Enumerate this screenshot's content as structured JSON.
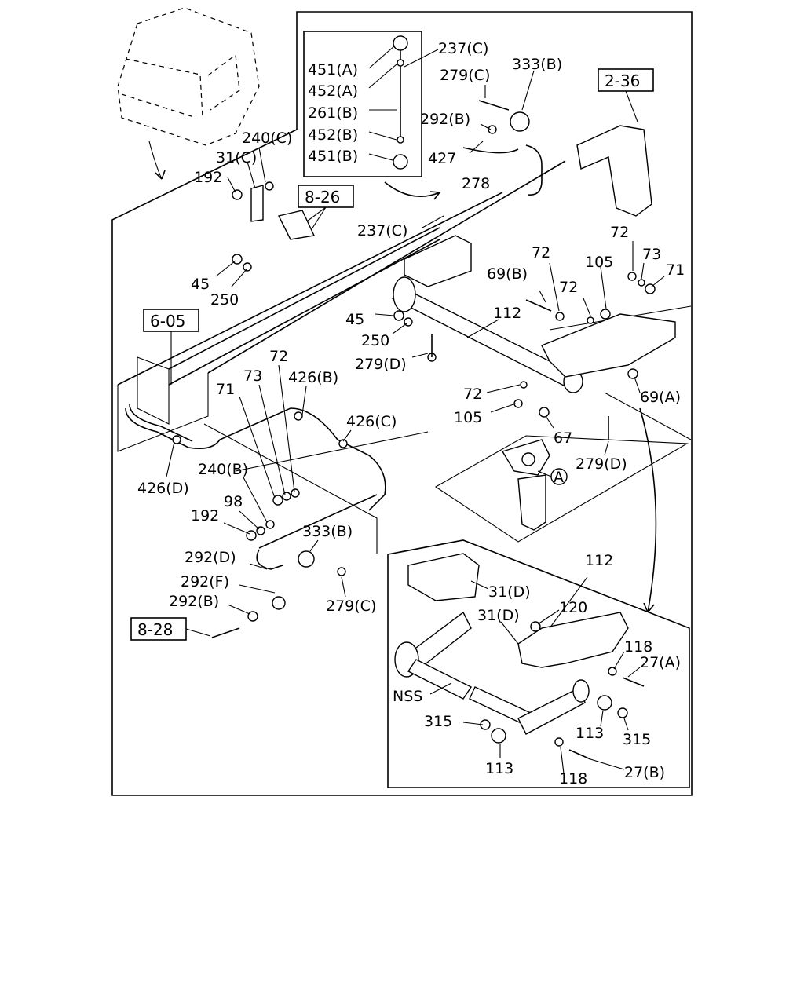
{
  "references": {
    "ref_2_36": "2-36",
    "ref_8_26": "8-26",
    "ref_6_05": "6-05",
    "ref_8_28": "8-28"
  },
  "inset_top": {
    "l451a": "451(A)",
    "l452a": "452(A)",
    "l261b": "261(B)",
    "l452b": "452(B)",
    "l451b": "451(B)"
  },
  "labels": {
    "l237c_top": "237(C)",
    "l279c_top": "279(C)",
    "l333b_top": "333(B)",
    "l292b_top": "292(B)",
    "l427": "427",
    "l278": "278",
    "l240c": "240(C)",
    "l31c": "31(C)",
    "l192_top": "192",
    "l237c_mid": "237(C)",
    "l45_left": "45",
    "l250_left": "250",
    "l72_r1": "72",
    "l73_r": "73",
    "l71_r": "71",
    "l69b": "69(B)",
    "l72_r2": "72",
    "l105_r": "105",
    "l72_r3": "72",
    "l112_main": "112",
    "l45_mid": "45",
    "l250_mid": "250",
    "l279d_mid": "279(D)",
    "l72_left": "72",
    "l73_left": "73",
    "l426b": "426(B)",
    "l71_left": "71",
    "l72_mid": "72",
    "l105_mid": "105",
    "l69a": "69(A)",
    "l426c": "426(C)",
    "l67": "67",
    "l240b": "240(B)",
    "l279d_right": "279(D)",
    "l426d": "426(D)",
    "l98": "98",
    "l192_bottom": "192",
    "l333b_bottom": "333(B)",
    "l292d": "292(D)",
    "l292f": "292(F)",
    "l292b_bottom": "292(B)",
    "l279c_bottom": "279(C)",
    "l_a_marker": "A"
  },
  "inset_bottom": {
    "l112": "112",
    "l31d_a": "31(D)",
    "l31d_b": "31(D)",
    "l120": "120",
    "l118_top": "118",
    "l27a": "27(A)",
    "l_nss": "NSS",
    "l315_left": "315",
    "l113_right": "113",
    "l315_right": "315",
    "l113_bottom": "113",
    "l118_bottom": "118",
    "l27b": "27(B)"
  }
}
